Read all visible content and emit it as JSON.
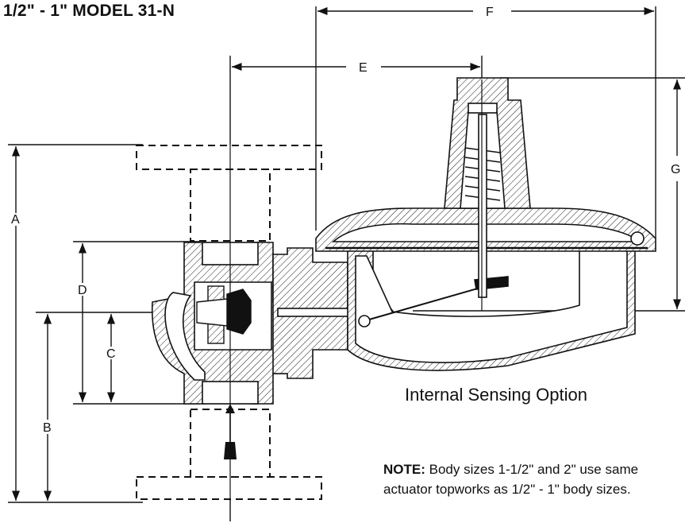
{
  "title": "1/2\" - 1\" MODEL 31-N",
  "caption": "Internal Sensing Option",
  "note": {
    "label": "NOTE:",
    "line1": "Body sizes 1-1/2\" and 2\" use same",
    "line2": "actuator topworks as 1/2\" - 1\" body sizes."
  },
  "dimensions": {
    "A": "A",
    "B": "B",
    "C": "C",
    "D": "D",
    "E": "E",
    "F": "F",
    "G": "G"
  }
}
